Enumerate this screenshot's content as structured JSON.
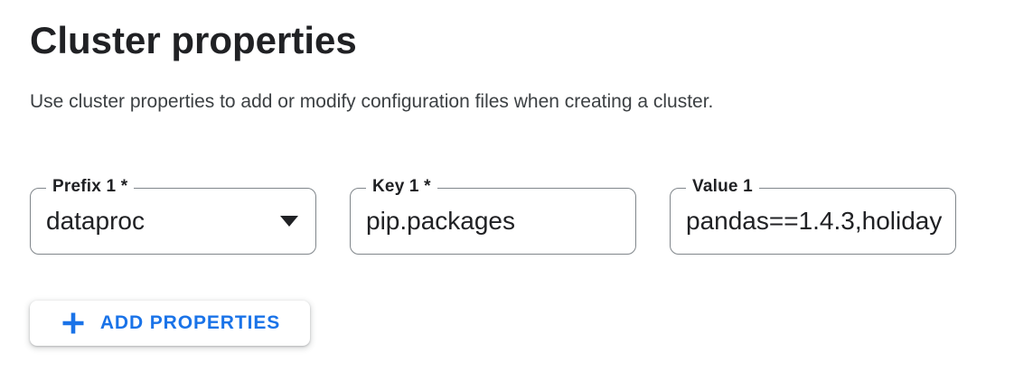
{
  "header": {
    "title": "Cluster properties",
    "description": "Use cluster properties to add or modify configuration files when creating a cluster."
  },
  "property_row": {
    "prefix": {
      "label": "Prefix 1 *",
      "value": "dataproc",
      "control": "dropdown",
      "icon": "dropdown-arrow-icon"
    },
    "key": {
      "label": "Key 1 *",
      "value": "pip.packages",
      "control": "text-input"
    },
    "value": {
      "label": "Value 1",
      "value": "pandas==1.4.3,holiday",
      "control": "text-input"
    }
  },
  "actions": {
    "add_properties_label": "ADD PROPERTIES",
    "add_properties_icon": "plus-icon"
  },
  "colors": {
    "accent_blue": "#1a73e8",
    "text_primary": "#202124",
    "text_secondary": "#3c4043",
    "field_border": "#80868b",
    "background": "#ffffff"
  }
}
